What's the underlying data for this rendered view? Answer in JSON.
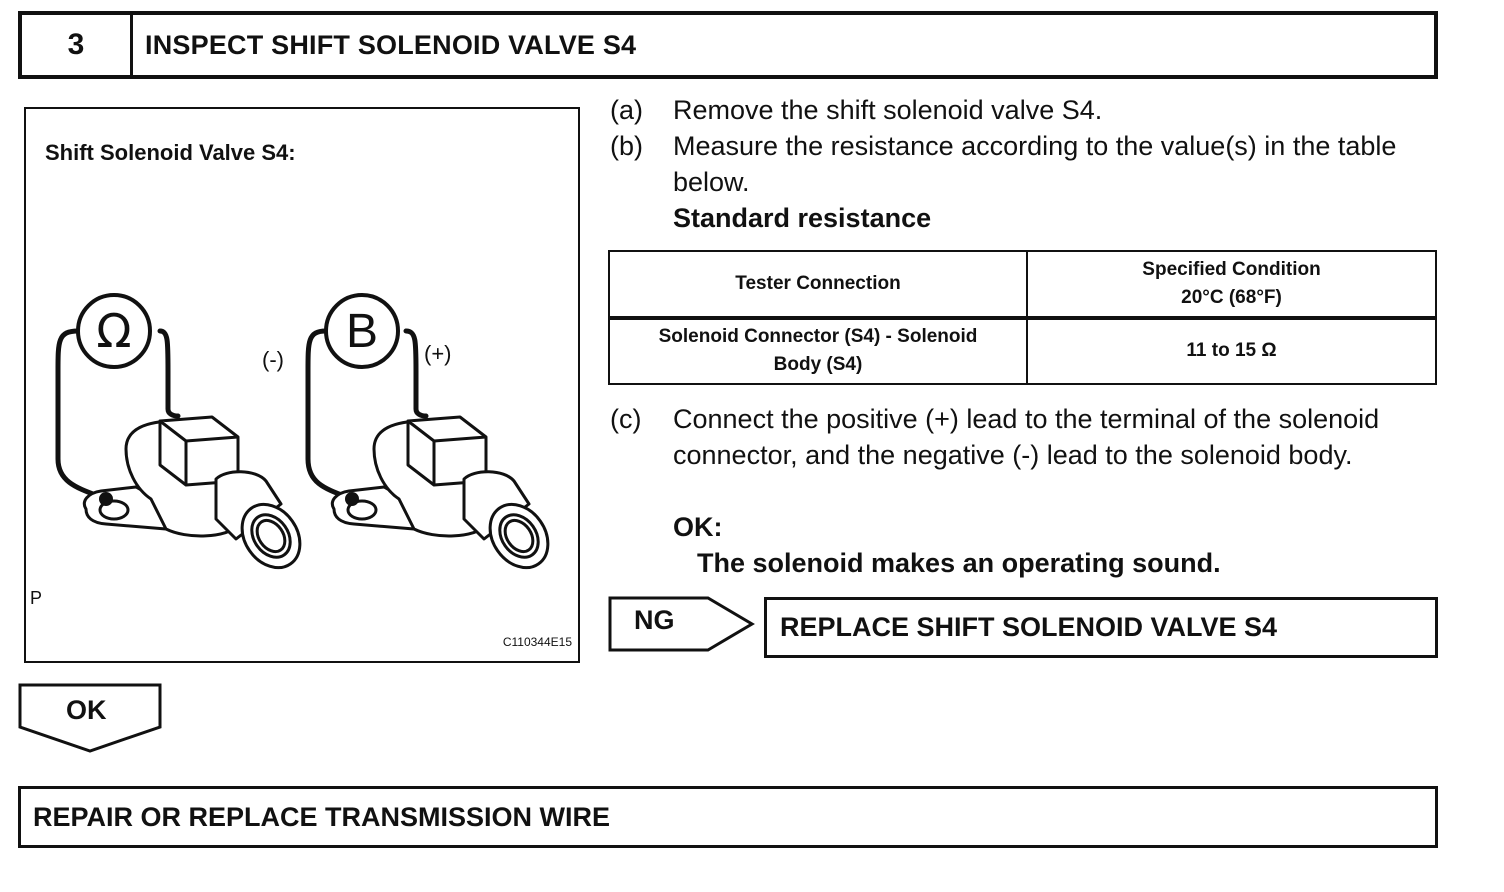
{
  "step": {
    "number": "3",
    "title": "INSPECT SHIFT SOLENOID VALVE S4"
  },
  "figure": {
    "title": "Shift Solenoid Valve S4:",
    "ohmmeter_symbol": "Ω",
    "battery_symbol": "B",
    "negative_label": "(-)",
    "positive_label": "(+)",
    "corner_label": "P",
    "code": "C110344E15"
  },
  "instructions": {
    "a": {
      "label": "(a)",
      "text": "Remove the shift solenoid valve S4."
    },
    "b": {
      "label": "(b)",
      "text": "Measure the resistance according to the value(s) in the table below.",
      "sub": "Standard resistance"
    },
    "c": {
      "label": "(c)",
      "text": "Connect the positive (+) lead to the terminal of the solenoid connector, and the negative (-) lead to the solenoid body.",
      "ok_label": "OK:",
      "ok_text": "The solenoid makes an operating sound."
    }
  },
  "table": {
    "headers": [
      "Tester Connection",
      "Specified Condition",
      "20°C (68°F)"
    ],
    "rows": [
      {
        "connection_line1": "Solenoid Connector (S4) - Solenoid",
        "connection_line2": "Body (S4)",
        "condition": "11 to 15 Ω"
      }
    ]
  },
  "ng": {
    "label": "NG",
    "result": "REPLACE SHIFT SOLENOID VALVE S4"
  },
  "ok": {
    "label": "OK"
  },
  "final_step": "REPAIR OR REPLACE TRANSMISSION WIRE"
}
